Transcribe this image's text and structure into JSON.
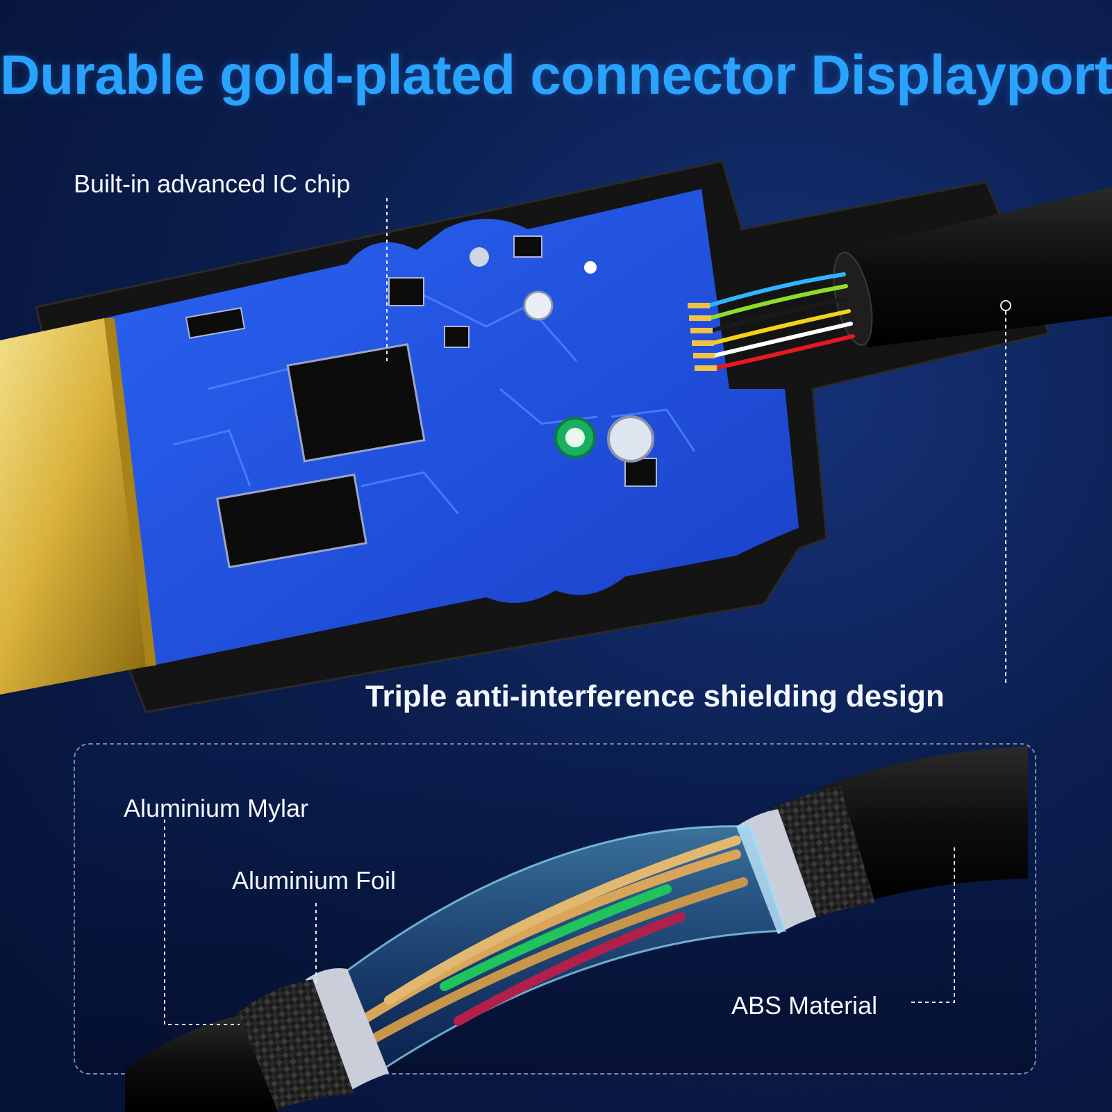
{
  "headline": "Durable gold-plated connector Displayport",
  "callouts": {
    "ic_chip": "Built-in advanced IC chip",
    "shielding": "Triple anti-interference shielding design",
    "mylar": "Aluminium Mylar",
    "foil": "Aluminium Foil",
    "abs": "ABS Material"
  },
  "colors": {
    "headline": "#2aa3ff",
    "pcb": "#1f4fe0",
    "background": "#0b1e4e",
    "gold": "#d9b23a"
  },
  "wire_colors": [
    "#2fb6ff",
    "#8fdc2a",
    "#1a1a1a",
    "#f5d21a",
    "#ffffff",
    "#e8191e"
  ]
}
